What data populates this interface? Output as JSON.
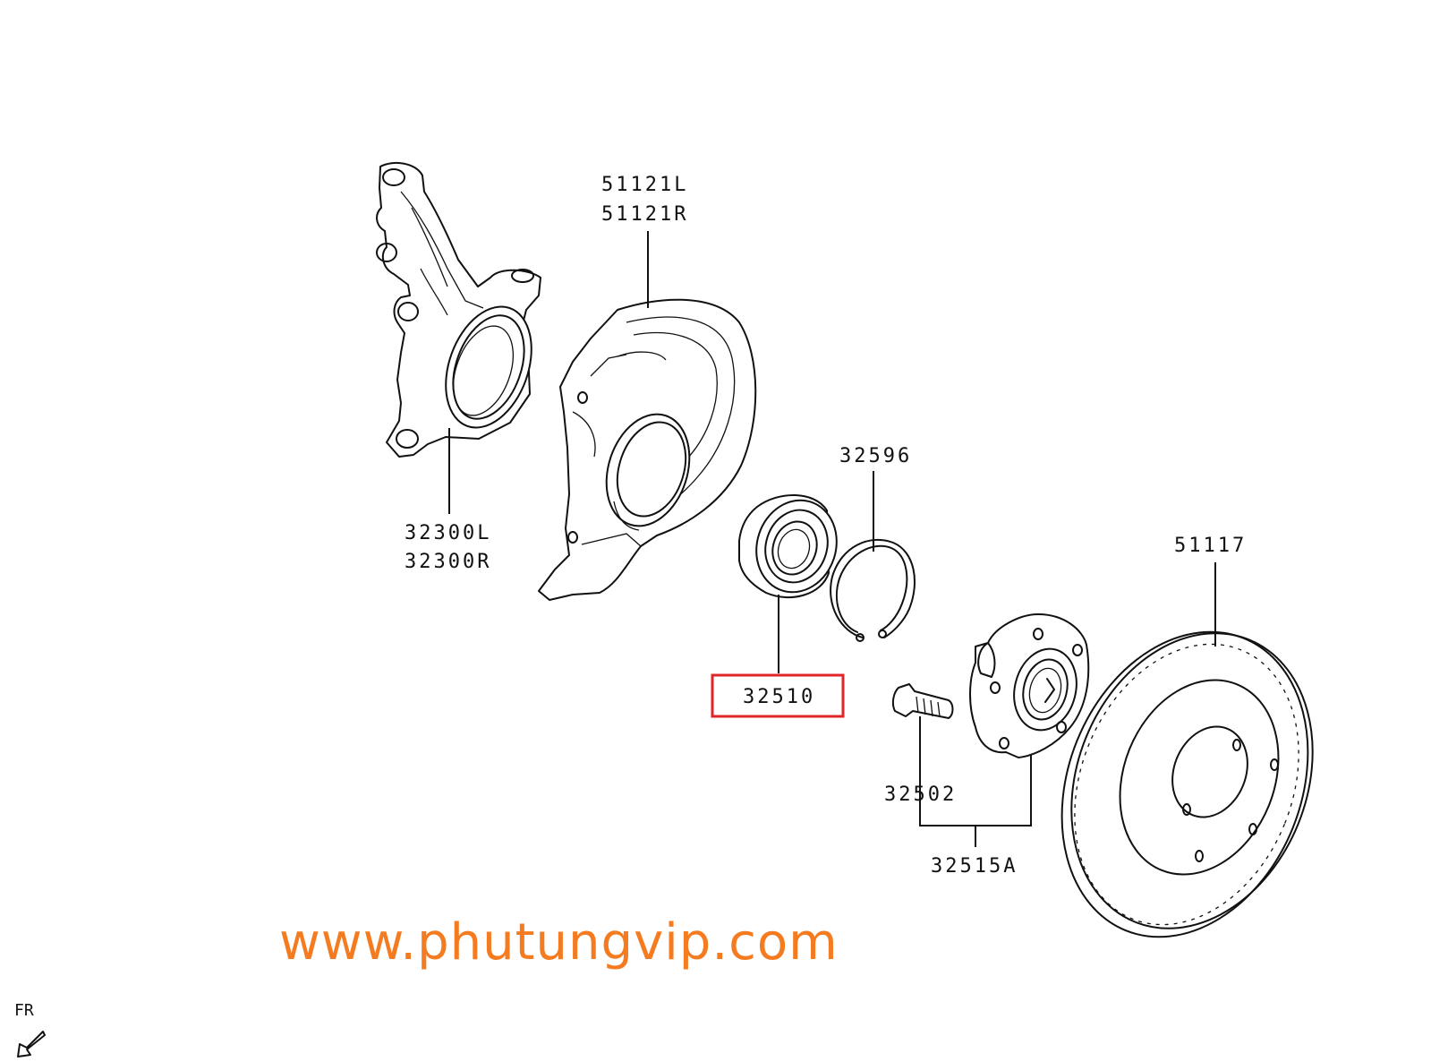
{
  "diagram": {
    "parts": [
      {
        "id": "knuckle",
        "labels": [
          "32300L",
          "32300R"
        ]
      },
      {
        "id": "dust-shield",
        "labels": [
          "51121L",
          "51121R"
        ]
      },
      {
        "id": "wheel-bearing",
        "labels": [
          "32510"
        ],
        "highlighted": true,
        "highlight_color": "#e0262b"
      },
      {
        "id": "snap-ring",
        "labels": [
          "32596"
        ]
      },
      {
        "id": "hub-bolt",
        "labels": [
          "32502"
        ]
      },
      {
        "id": "hub-assembly",
        "labels": [
          "32515A"
        ]
      },
      {
        "id": "brake-disc",
        "labels": [
          "51117"
        ]
      }
    ],
    "direction_label": "FR",
    "direction_icon": "arrow-icon"
  },
  "watermark": {
    "text": "www.phutungvip.com",
    "color": "#f47b20"
  }
}
